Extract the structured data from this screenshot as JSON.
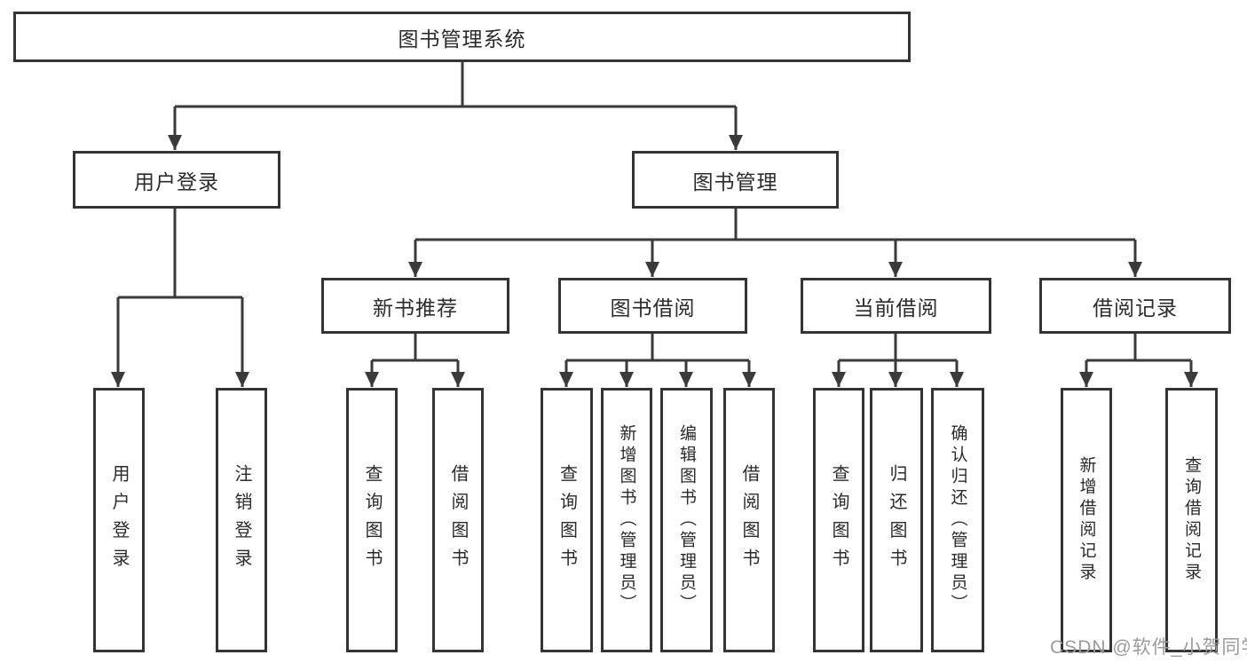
{
  "diagram_title": "图书管理系统",
  "tree": {
    "label": "图书管理系统",
    "children": [
      {
        "label": "用户登录",
        "children": [
          {
            "label": "用户登录"
          },
          {
            "label": "注销登录"
          }
        ]
      },
      {
        "label": "图书管理",
        "children": [
          {
            "label": "新书推荐",
            "children": [
              {
                "label": "查询图书"
              },
              {
                "label": "借阅图书"
              }
            ]
          },
          {
            "label": "图书借阅",
            "children": [
              {
                "label": "查询图书"
              },
              {
                "label": "新增图书（管理员）"
              },
              {
                "label": "编辑图书（管理员）"
              },
              {
                "label": "借阅图书"
              }
            ]
          },
          {
            "label": "当前借阅",
            "children": [
              {
                "label": "查询图书"
              },
              {
                "label": "归还图书"
              },
              {
                "label": "确认归还（管理员）"
              }
            ]
          },
          {
            "label": "借阅记录",
            "children": [
              {
                "label": "新增借阅记录"
              },
              {
                "label": "查询借阅记录"
              }
            ]
          }
        ]
      }
    ]
  },
  "watermark": {
    "text": "CSDN @软件_小贺同学"
  },
  "colors": {
    "line": "#3a3a3a",
    "box_border": "#343434",
    "text": "#2b2b2b",
    "watermark": "#9b9b9b",
    "background": "#ffffff"
  }
}
